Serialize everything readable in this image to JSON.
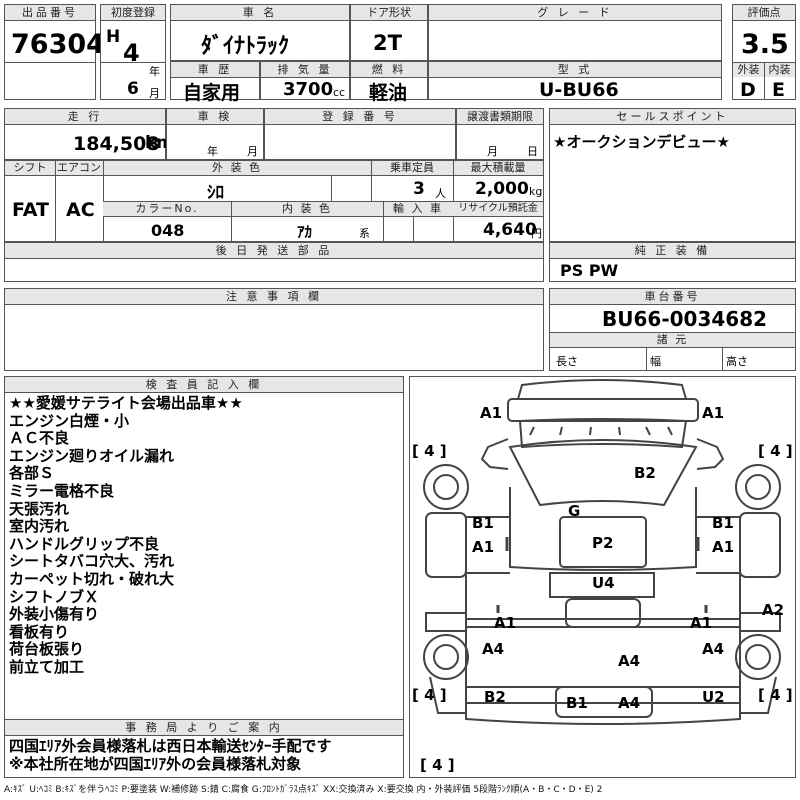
{
  "lot": {
    "label": "出品番号",
    "value": "76304"
  },
  "first_reg": {
    "label": "初度登録",
    "era": "H",
    "year": "4",
    "year_unit": "年",
    "month": "6",
    "month_unit": "月"
  },
  "car_name": {
    "label": "車 名",
    "value": "ﾀﾞｲﾅﾄﾗｯｸ"
  },
  "door": {
    "label": "ドア形状",
    "value": "2T"
  },
  "grade": {
    "label": "グ レ ー ド",
    "value": ""
  },
  "score": {
    "label": "評価点",
    "value": "3.5",
    "exterior_label": "外装",
    "interior_label": "内装",
    "exterior": "D",
    "interior": "E"
  },
  "history": {
    "label": "車 歴",
    "value": "自家用"
  },
  "displacement": {
    "label": "排 気 量",
    "value": "3700",
    "unit": "cc"
  },
  "fuel": {
    "label": "燃 料",
    "value": "軽油"
  },
  "model": {
    "label": "型 式",
    "value": "U-BU66"
  },
  "mileage": {
    "label": "走 行",
    "value": "184,508",
    "unit": "km"
  },
  "inspection": {
    "label": "車 検",
    "year_unit": "年",
    "month_unit": "月"
  },
  "reg_no": {
    "label": "登 録 番 号",
    "value": ""
  },
  "transfer_deadline": {
    "label": "譲渡書類期限",
    "month_unit": "月",
    "day_unit": "日"
  },
  "sales_point": {
    "label": "セールスポイント",
    "value": "★オークションデビュー★"
  },
  "shift": {
    "label": "シフト",
    "value": "FAT"
  },
  "aircon": {
    "label": "エアコン",
    "value": "AC"
  },
  "ext_color": {
    "label": "外 装 色",
    "value": "ｼﾛ"
  },
  "capacity": {
    "label": "乗車定員",
    "value": "3",
    "unit": "人"
  },
  "max_load": {
    "label": "最大積載量",
    "value": "2,000",
    "unit": "kg"
  },
  "color_no": {
    "label": "カラーNo.",
    "value": "048"
  },
  "int_color": {
    "label": "内 装 色",
    "value": "ｱｶ",
    "unit": "系"
  },
  "import": {
    "label": "輸 入 車",
    "value": ""
  },
  "recycle": {
    "label": "リサイクル預託金",
    "value": "4,640",
    "unit": "円"
  },
  "later_parts": {
    "label": "後 日 発 送 部 品",
    "value": ""
  },
  "equipment": {
    "label": "純 正 装 備",
    "value": "PS PW"
  },
  "caution": {
    "label": "注 意 事 項 欄",
    "value": ""
  },
  "chassis": {
    "label": "車台番号",
    "value": "BU66-0034682"
  },
  "dimensions": {
    "label": "諸 元",
    "length": "長さ",
    "width": "幅",
    "height": "高さ"
  },
  "inspector": {
    "label": "検 査 員 記 入 欄",
    "lines": [
      "★★愛媛サテライト会場出品車★★",
      "エンジン白煙・小",
      "ＡＣ不良",
      "エンジン廻りオイル漏れ",
      "各部Ｓ",
      "ミラー電格不良",
      "天張汚れ",
      "室内汚れ",
      "ハンドルグリップ不良",
      "シートタバコ穴大、汚れ",
      "カーペット切れ・破れ大",
      "シフトノブＸ",
      "外装小傷有り",
      "看板有り",
      "荷台板張り",
      "前立て加工"
    ]
  },
  "office": {
    "label": "事 務 局 よ り ご 案 内",
    "lines": [
      "四国ｴﾘｱ外会員様落札は西日本輸送ｾﾝﾀｰ手配です",
      "※本社所在地が四国ｴﾘｱ外の会員様落札対象"
    ]
  },
  "diagram_marks": [
    {
      "id": "front-left",
      "text": "A1"
    },
    {
      "id": "front-right",
      "text": "A1"
    },
    {
      "id": "tire-fl",
      "text": "[ 4 ]"
    },
    {
      "id": "tire-fr",
      "text": "[ 4 ]"
    },
    {
      "id": "windshield",
      "text": "B2"
    },
    {
      "id": "cabin-roof",
      "text": "G"
    },
    {
      "id": "door-left-b",
      "text": "B1"
    },
    {
      "id": "door-left-a",
      "text": "A1"
    },
    {
      "id": "door-right-b",
      "text": "B1"
    },
    {
      "id": "door-right-a",
      "text": "A1"
    },
    {
      "id": "cabin-center",
      "text": "P2"
    },
    {
      "id": "bed-front",
      "text": "U4"
    },
    {
      "id": "side-right",
      "text": "A2"
    },
    {
      "id": "bed-left-a",
      "text": "A1"
    },
    {
      "id": "bed-right-a",
      "text": "A1"
    },
    {
      "id": "rear-left",
      "text": "A4"
    },
    {
      "id": "rear-right",
      "text": "A4"
    },
    {
      "id": "bed-center",
      "text": "A4"
    },
    {
      "id": "tire-rl",
      "text": "[ 4 ]"
    },
    {
      "id": "tire-rr",
      "text": "[ 4 ]"
    },
    {
      "id": "rear-left-b",
      "text": "B2"
    },
    {
      "id": "rear-right-u",
      "text": "U2"
    },
    {
      "id": "rear-b1",
      "text": "B1"
    },
    {
      "id": "rear-a4",
      "text": "A4"
    },
    {
      "id": "spare",
      "text": "[ 4 ]"
    }
  ],
  "legend": "A:ｷｽﾞ U:ﾍｺﾐ B:ｷｽﾞを伴うﾍｺﾐ P:要塗装 W:補修跡 S:錆 C:腐食 G:ﾌﾛﾝﾄｶﾞﾗｽ点ｷｽﾞ XX:交換済み X:要交換 内・外装評価 5段階ﾗﾝｸ順(A・B・C・D・E) 2"
}
